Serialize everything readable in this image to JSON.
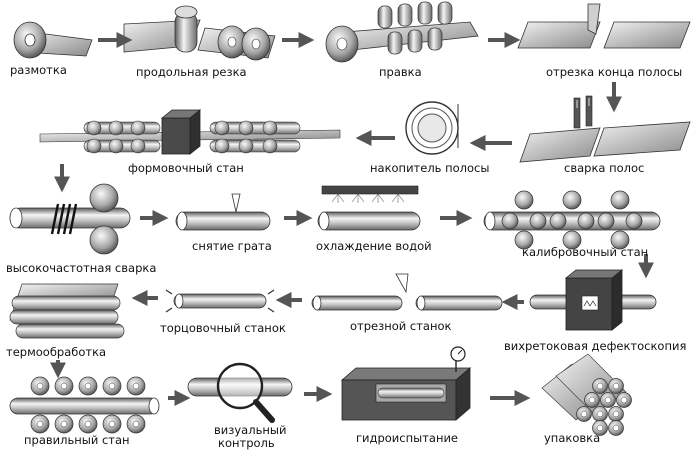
{
  "steps": [
    {
      "id": "unwinding",
      "label": "размотка"
    },
    {
      "id": "slitting",
      "label": "продольная резка"
    },
    {
      "id": "straightening",
      "label": "правка"
    },
    {
      "id": "end-cutting",
      "label": "отрезка конца полосы"
    },
    {
      "id": "forming-mill",
      "label": "формовочный стан"
    },
    {
      "id": "strip-accumulator",
      "label": "накопитель полосы"
    },
    {
      "id": "strip-welding",
      "label": "сварка полос"
    },
    {
      "id": "hf-welding",
      "label": "высокочастотная сварка"
    },
    {
      "id": "deburring",
      "label": "снятие грата"
    },
    {
      "id": "water-cooling",
      "label": "охлаждение водой"
    },
    {
      "id": "sizing-mill",
      "label": "калибровочный стан"
    },
    {
      "id": "heat-treatment",
      "label": "термообработка"
    },
    {
      "id": "facing-machine",
      "label": "торцовочный станок"
    },
    {
      "id": "cutoff-machine",
      "label": "отрезной станок"
    },
    {
      "id": "eddy-current",
      "label": "вихретоковая дефектоскопия"
    },
    {
      "id": "straightening-mill",
      "label": "правильный стан"
    },
    {
      "id": "visual-control",
      "label_line1": "визуальный",
      "label_line2": "контроль"
    },
    {
      "id": "hydrotest",
      "label": "гидроиспытание"
    },
    {
      "id": "packing",
      "label": "упаковка"
    }
  ],
  "colors": {
    "arrow": "#555555",
    "metal_light": "#eeeeee",
    "metal_dark": "#7a7a7a",
    "outline": "#333333"
  }
}
